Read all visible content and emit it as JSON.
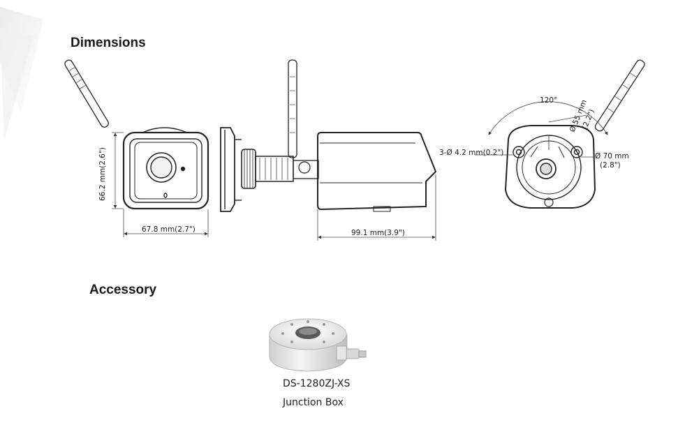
{
  "sections": {
    "dimensions_title": "Dimensions",
    "accessory_title": "Accessory"
  },
  "dimensions": {
    "height": "66.2 mm(2.6\")",
    "width": "67.8 mm(2.7\")",
    "length": "99.1 mm(3.9\")",
    "angle": "120°",
    "inner_diameter": "Ø 55 mm",
    "inner_diameter_in": "(2.2\")",
    "holes": "3-Ø 4.2 mm(0.2\")",
    "outer_diameter": "Ø 70 mm",
    "outer_diameter_in": "(2.8\")"
  },
  "accessory": {
    "model": "DS-1280ZJ-XS",
    "name": "Junction Box"
  }
}
